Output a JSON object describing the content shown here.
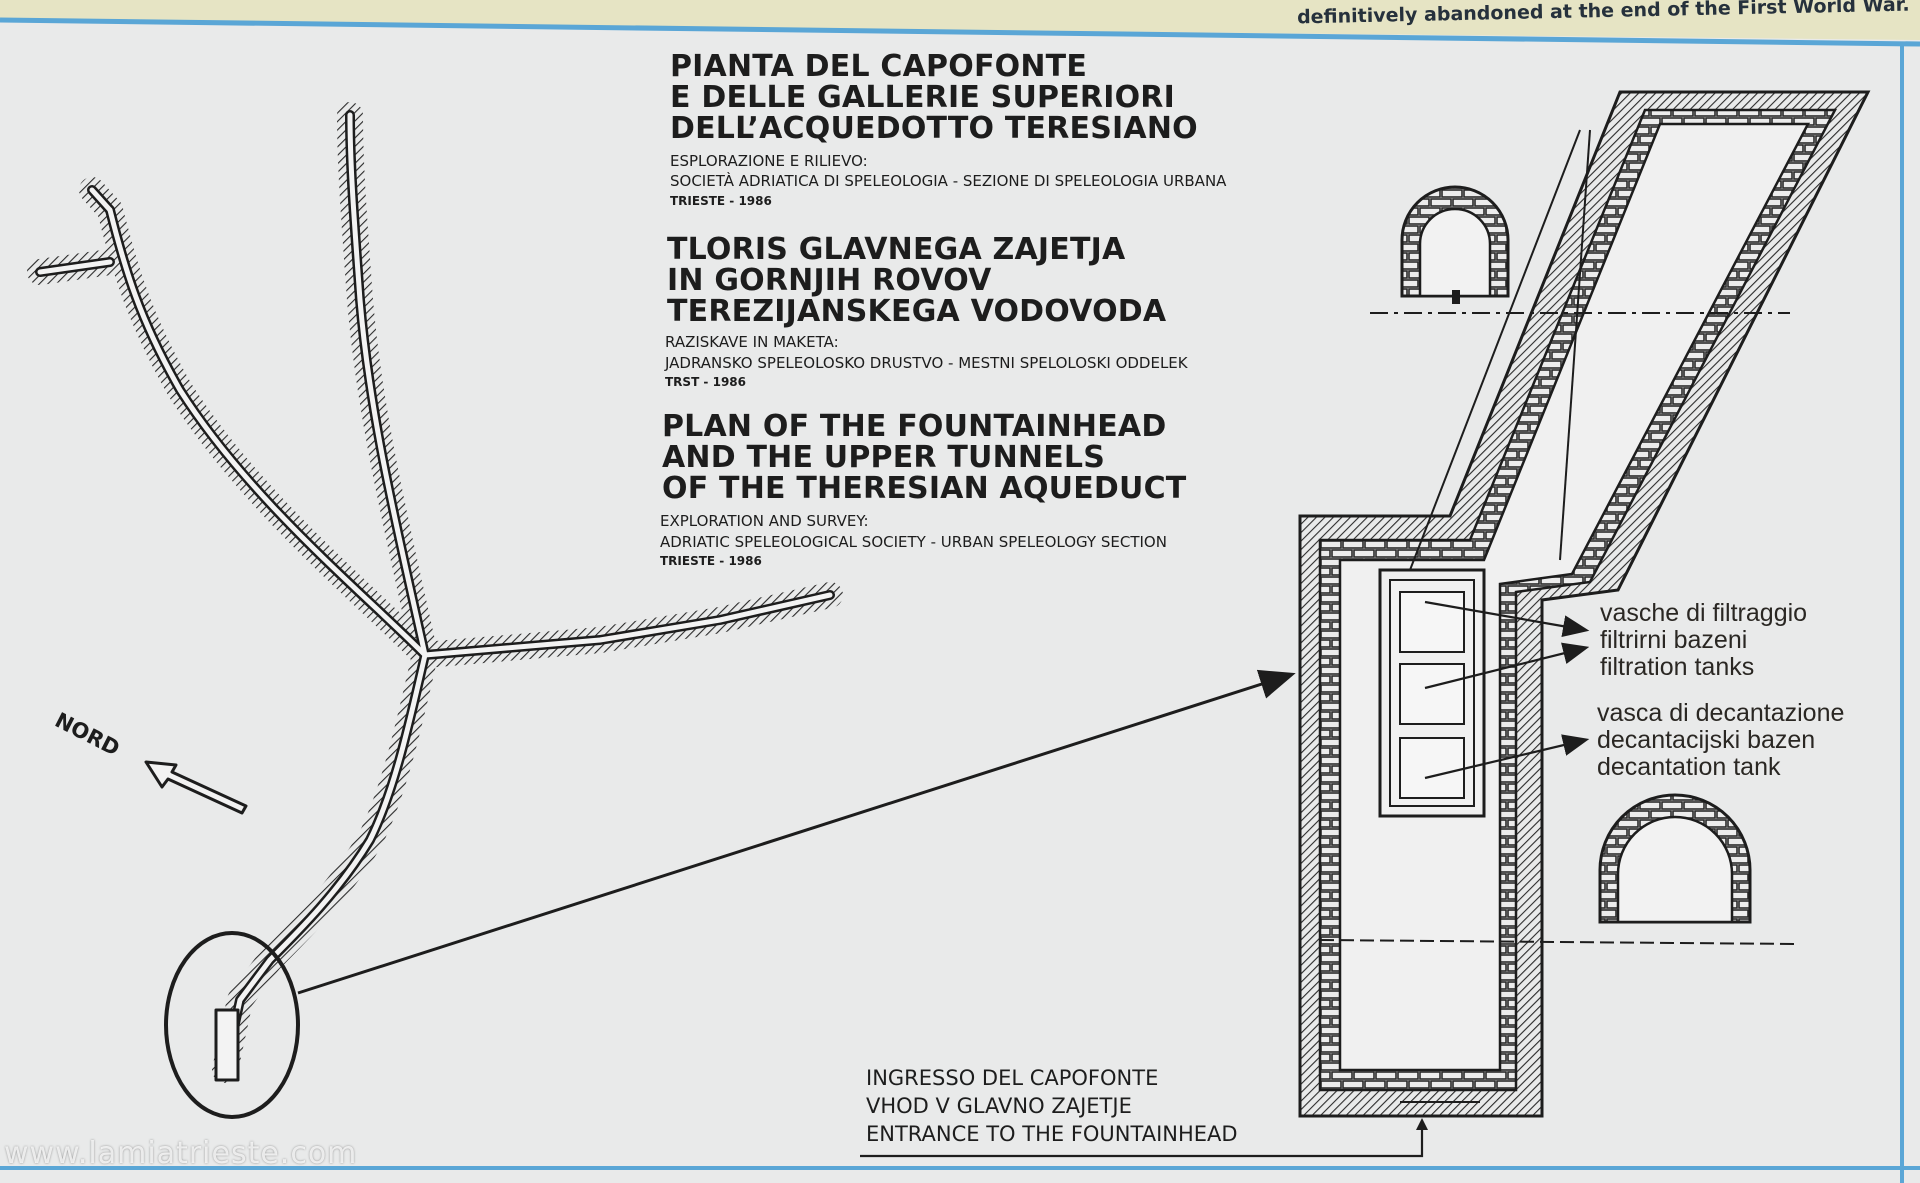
{
  "header_note": "definitively abandoned at the end of the First World War.",
  "watermark": "www.lamiatrieste.com",
  "north_label": "NORD",
  "titles": {
    "italian": {
      "lines": [
        "PIANTA DEL CAPOFONTE",
        "E DELLE GALLERIE SUPERIORI",
        "DELL’ACQUEDOTTO TERESIANO"
      ],
      "credit_label": "ESPLORAZIONE E RILIEVO:",
      "credit": "SOCIETÀ ADRIATICA DI SPELEOLOGIA - SEZIONE DI SPELEOLOGIA URBANA",
      "place_year": "TRIESTE - 1986"
    },
    "slovenian": {
      "lines": [
        "TLORIS GLAVNEGA ZAJETJA",
        "IN GORNJIH ROVOV",
        "TEREZIJANSKEGA VODOVODA"
      ],
      "credit_label": "RAZISKAVE IN MAKETA:",
      "credit": "JADRANSKO SPELEOLOSKO DRUSTVO - MESTNI SPELOLOSKI ODDELEK",
      "place_year": "TRST - 1986"
    },
    "english": {
      "lines": [
        "PLAN OF THE FOUNTAINHEAD",
        "AND THE UPPER TUNNELS",
        "OF THE THERESIAN AQUEDUCT"
      ],
      "credit_label": "EXPLORATION AND SURVEY:",
      "credit": "ADRIATIC SPELEOLOGICAL SOCIETY - URBAN SPELEOLOGY SECTION",
      "place_year": "TRIESTE - 1986"
    }
  },
  "filtration_labels": [
    "vasche di filtraggio",
    "filtrirni bazeni",
    "filtration tanks"
  ],
  "decantation_labels": [
    "vasca di decantazione",
    "decantacijski bazen",
    "decantation tank"
  ],
  "entrance_labels": [
    "INGRESSO DEL CAPOFONTE",
    "VHOD V GLAVNO ZAJETJE",
    "ENTRANCE TO THE FOUNTAINHEAD"
  ],
  "colors": {
    "paper": "#e9eaea",
    "ink": "#1d1d1d",
    "border_blue": "#5aa6d6",
    "top_strip": "#e6e4c4"
  }
}
